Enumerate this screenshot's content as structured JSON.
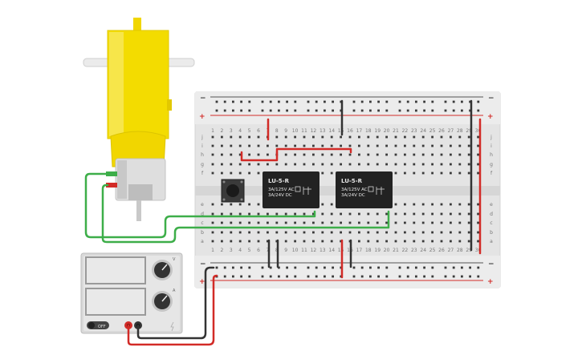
{
  "breadboard": {
    "column_numbers": [
      "1",
      "2",
      "3",
      "4",
      "5",
      "6",
      "7",
      "8",
      "9",
      "10",
      "11",
      "12",
      "13",
      "14",
      "15",
      "16",
      "17",
      "18",
      "19",
      "20",
      "21",
      "22",
      "23",
      "24",
      "25",
      "26",
      "27",
      "28",
      "29",
      "30"
    ],
    "rows_top": [
      "j",
      "i",
      "h",
      "g",
      "f"
    ],
    "rows_bottom": [
      "e",
      "d",
      "c",
      "b",
      "a"
    ],
    "rail_plus": "+",
    "rail_minus": "−"
  },
  "relays": [
    {
      "model": "LU-5-R",
      "rating_ac": "3A/125V AC",
      "rating_dc": "3A/24V  DC"
    },
    {
      "model": "LU-5-R",
      "rating_ac": "3A/125V AC",
      "rating_dc": "3A/24V  DC"
    }
  ],
  "power_supply": {
    "off_label": "OFF",
    "knob_top_label": "V",
    "knob_bottom_label": "A"
  },
  "colors": {
    "wire_red": "#d22b27",
    "wire_black": "#333333",
    "wire_green": "#3dae49",
    "motor_yellow": "#f1d600",
    "breadboard": "#e6e6e6",
    "relay_body": "#222222"
  }
}
